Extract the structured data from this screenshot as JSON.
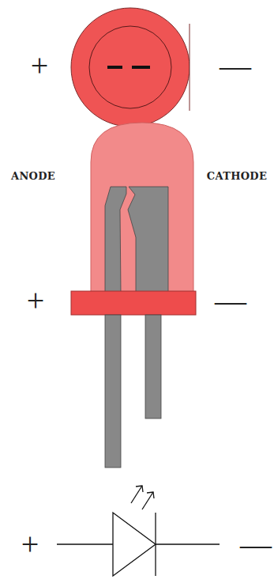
{
  "diagram": {
    "labels": [
      "+",
      "—",
      "ANODE",
      "CATHODE",
      "+",
      "—",
      "+",
      "—"
    ]
  }
}
